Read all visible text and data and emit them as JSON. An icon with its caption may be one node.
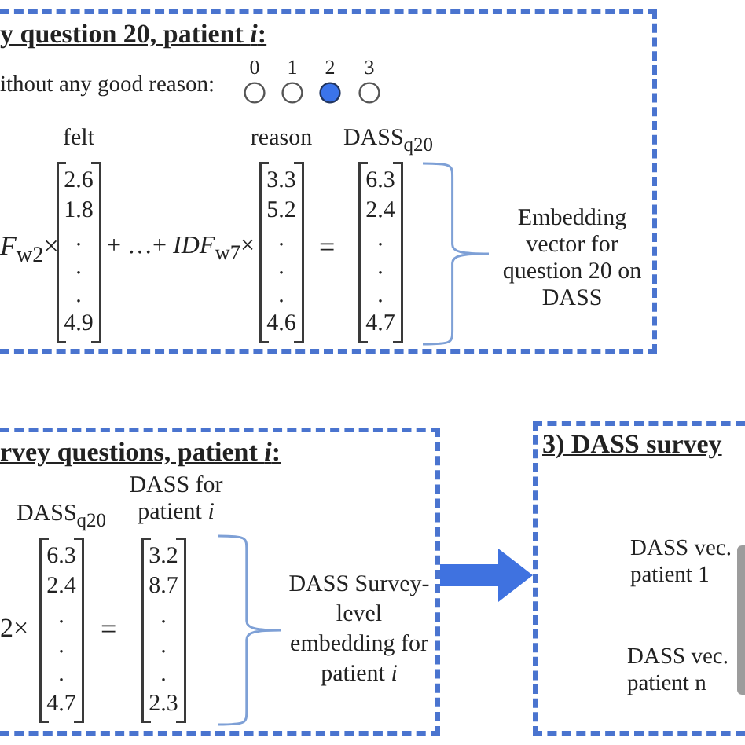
{
  "diagram": {
    "nodes": [
      {
        "text": [
          "y question 20, patient *i*:"
        ]
      },
      {
        "text": [
          "felt",
          "2.6",
          "1.8",
          ".",
          ".",
          ".",
          "4.9"
        ],
        "in": 0
      },
      {
        "text": [
          "reason",
          "3.3",
          "5.2",
          ".",
          ".",
          ".",
          "4.6"
        ],
        "in": 0
      },
      {
        "text": [
          "DASS$_{q20}$",
          "6.3",
          "2.4",
          ".",
          ".",
          ".",
          "4.7"
        ],
        "in": 0
      },
      {
        "text": [
          "rvey questions, patient *i*:"
        ]
      },
      {
        "text": [
          "DASS$_{q20}$",
          "6.3",
          "2.4",
          ".",
          ".",
          ".",
          "4.7"
        ],
        "in": 4
      },
      {
        "text": [
          "DASS for patient *i*",
          "3.2",
          "8.7",
          ".",
          ".",
          ".",
          "2.3"
        ],
        "in": 4
      },
      {
        "text": [
          "3) DASS survey"
        ]
      }
    ],
    "edges": [
      {
        "from": 4,
        "to": 7,
        "arrow": "to"
      }
    ],
    "labels": [
      "ithout any good reason:",
      "0",
      "1",
      "2",
      "3",
      "*F*$_{w2}$×",
      "+ …+ *IDF*$_{w7}$×",
      "=",
      "Embedding vector for question 20 on DASS",
      "2×",
      "=",
      "DASS Survey-level embedding for patient *i*",
      "DASS vec. patient 1",
      "DASS vec. patient n"
    ]
  }
}
